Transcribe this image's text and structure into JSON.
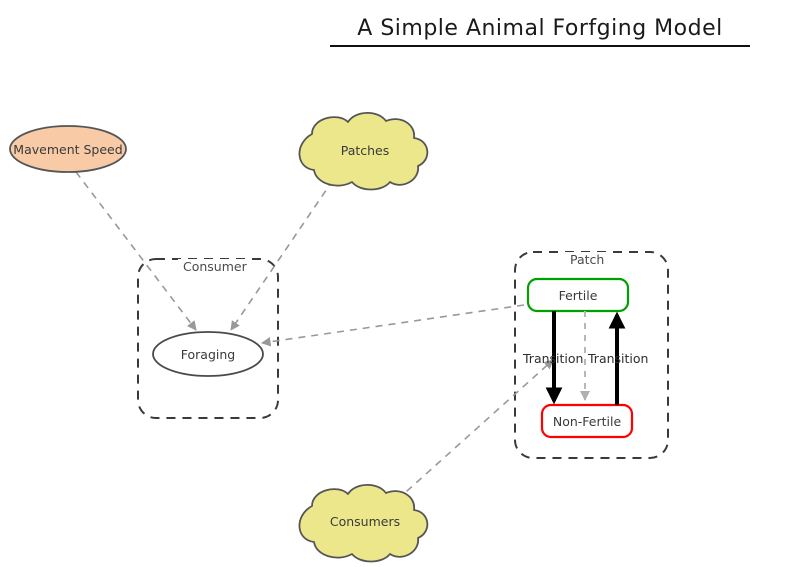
{
  "diagram": {
    "title": "A Simple Animal Forfging Model",
    "colors": {
      "globals_fill": "#EDE78C",
      "globals_stroke": "#555555",
      "variable_fill": "#F8CBA6",
      "variable_stroke": "#555555",
      "process_fill": "#FFFFFF",
      "process_stroke": "#4A4A4A",
      "fertile_stroke": "#00A000",
      "nonfertile_stroke": "#FF0000",
      "container_stroke": "#3A3A3A",
      "link_stroke": "#999999",
      "transition_stroke": "#000000"
    },
    "nodes": {
      "movement_speed": {
        "label": "Mavement Speed",
        "shape": "ellipse"
      },
      "patches": {
        "label": "Patches",
        "shape": "cloud"
      },
      "consumers": {
        "label": "Consumers",
        "shape": "cloud"
      },
      "foraging": {
        "label": "Foraging",
        "shape": "ellipse"
      },
      "fertile": {
        "label": "Fertile",
        "shape": "rounded-rect"
      },
      "non_fertile": {
        "label": "Non-Fertile",
        "shape": "rounded-rect"
      }
    },
    "containers": {
      "consumer": {
        "label": "Consumer"
      },
      "patch": {
        "label": "Patch"
      }
    },
    "edge_labels": {
      "transition_left": "Transition",
      "transition_right": "Transition"
    }
  }
}
